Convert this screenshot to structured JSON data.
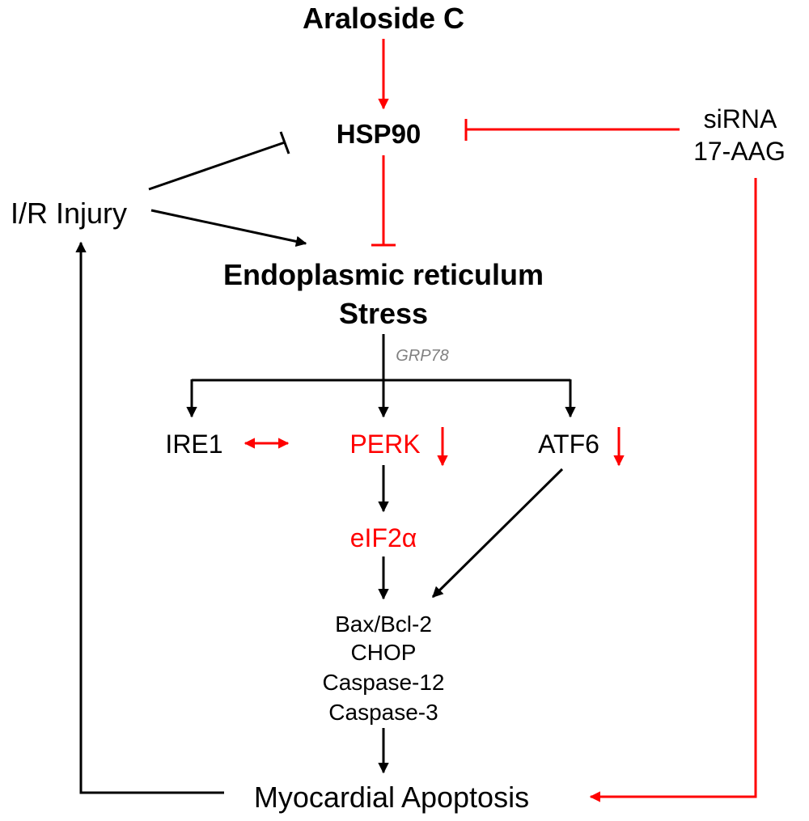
{
  "colors": {
    "black": "#000000",
    "red": "#ff0000",
    "gray": "#808080"
  },
  "nodes": {
    "araloside": "Araloside C",
    "hsp90": "HSP90",
    "sirna": "siRNA",
    "aag": "17-AAG",
    "ir_injury": "I/R Injury",
    "er_line1": "Endoplasmic reticulum",
    "er_line2": "Stress",
    "grp78": "GRP78",
    "ire1": "IRE1",
    "perk": "PERK",
    "atf6": "ATF6",
    "eif2a": "eIF2α",
    "bax": "Bax/Bcl-2",
    "chop": "CHOP",
    "casp12": "Caspase-12",
    "casp3": "Caspase-3",
    "apoptosis": "Myocardial Apoptosis"
  }
}
